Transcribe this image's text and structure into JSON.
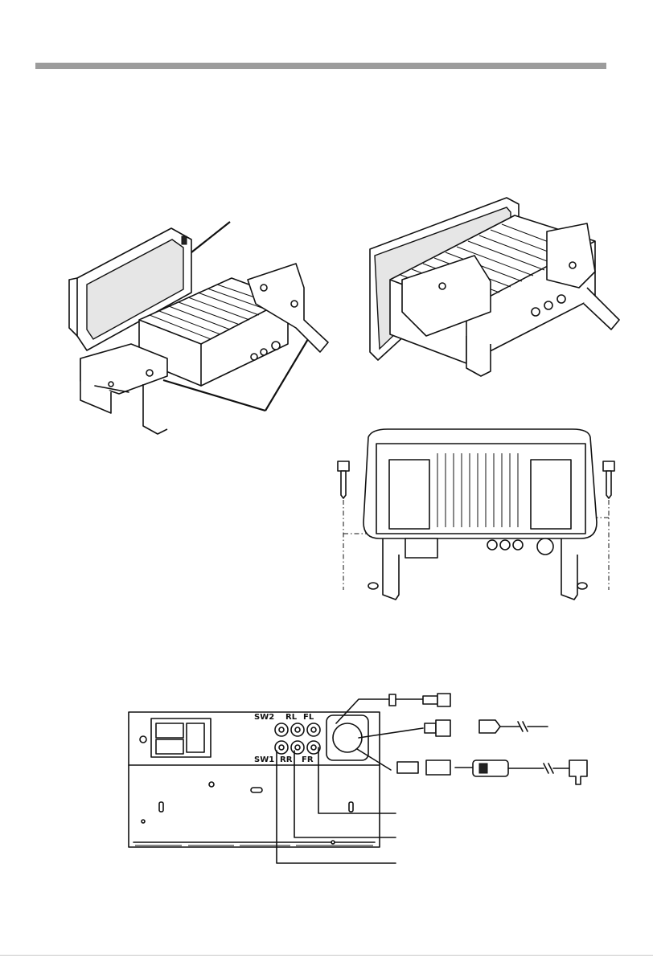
{
  "figures": {
    "opened_unit": {
      "name": "Unit with display panel opened and mounting brackets"
    },
    "unit_brackets": {
      "name": "Unit with brackets attached"
    },
    "rear_view": {
      "name": "Rear view with screws"
    },
    "rear_panel": {
      "name": "Rear panel connections",
      "ports": {
        "sw2": "SW2",
        "rl": "RL",
        "fl": "FL",
        "sw1": "SW1",
        "rr": "RR",
        "fr": "FR"
      }
    }
  },
  "colors": {
    "rule": "#9c9c9c",
    "line": "#111111"
  }
}
